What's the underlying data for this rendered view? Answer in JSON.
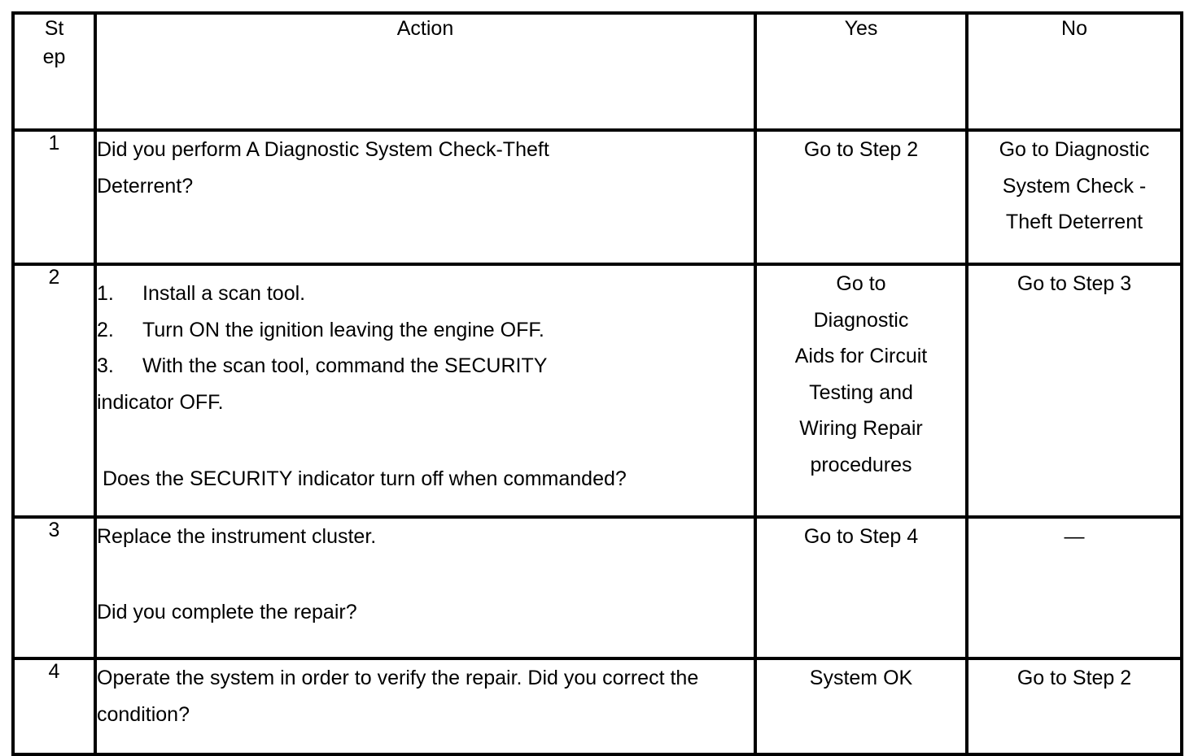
{
  "table": {
    "headers": {
      "step_line1": "St",
      "step_line2": "ep",
      "action": "Action",
      "yes": "Yes",
      "no": "No"
    },
    "rows": [
      {
        "step": "1",
        "action_lines": [
          "Did you perform A Diagnostic System Check-Theft Deterrent?"
        ],
        "yes_lines": [
          "Go to Step 2"
        ],
        "no_lines": [
          "Go to Diagnostic",
          "System Check -",
          "Theft Deterrent"
        ]
      },
      {
        "step": "2",
        "list_items": [
          {
            "num": "1.",
            "text": "Install a scan tool."
          },
          {
            "num": "2.",
            "text": "Turn ON the ignition leaving the engine OFF."
          },
          {
            "num": "3.",
            "text": "With the scan tool, command the SECURITY"
          }
        ],
        "list_continuation": "indicator OFF.",
        "question": " Does the SECURITY indicator turn off when commanded?",
        "yes_lines": [
          "Go to",
          "Diagnostic",
          "Aids for Circuit",
          "Testing and",
          "Wiring Repair",
          "procedures"
        ],
        "no_lines": [
          "Go to Step 3"
        ]
      },
      {
        "step": "3",
        "action_lines": [
          "Replace the instrument cluster."
        ],
        "question": "Did you complete the repair?",
        "yes_lines": [
          "Go to Step 4"
        ],
        "no_lines": [
          "—"
        ]
      },
      {
        "step": "4",
        "action_lines": [
          "Operate the system in order to verify the repair. Did you correct the condition?"
        ],
        "yes_lines": [
          "System OK"
        ],
        "no_lines": [
          "Go to Step 2"
        ]
      }
    ]
  },
  "colors": {
    "border": "#000000",
    "text": "#000000",
    "background": "#ffffff"
  }
}
